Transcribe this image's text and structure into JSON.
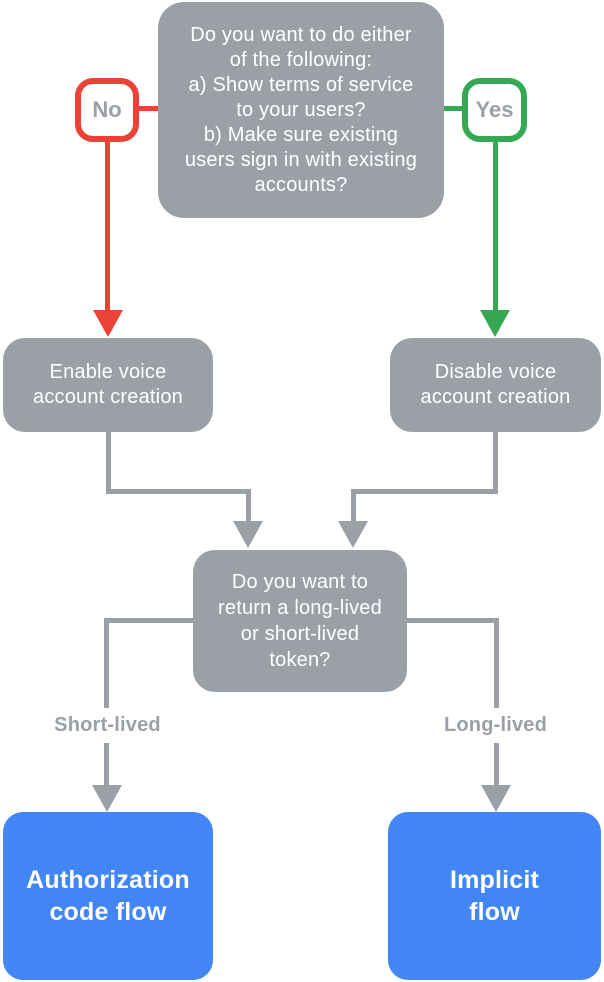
{
  "colors": {
    "red": "#EA4335",
    "green": "#34A853",
    "blue": "#4285F4",
    "node_gray": "#9AA0A6",
    "connector_gray": "#9AA0A6",
    "muted_text": "#9AA0A6",
    "node_text": "#FFFFFF"
  },
  "flowchart": {
    "top_question": "Do you want to do either\nof the following:\na) Show terms of service\nto your users?\nb) Make sure existing\nusers sign in with existing\naccounts?",
    "no_label": "No",
    "yes_label": "Yes",
    "enable_node": "Enable voice\naccount creation",
    "disable_node": "Disable voice\naccount creation",
    "token_question": "Do you want to\nreturn a long-lived\nor short-lived\ntoken?",
    "short_lived_label": "Short-lived",
    "long_lived_label": "Long-lived",
    "auth_code_node": "Authorization\ncode flow",
    "implicit_node": "Implicit\nflow"
  }
}
